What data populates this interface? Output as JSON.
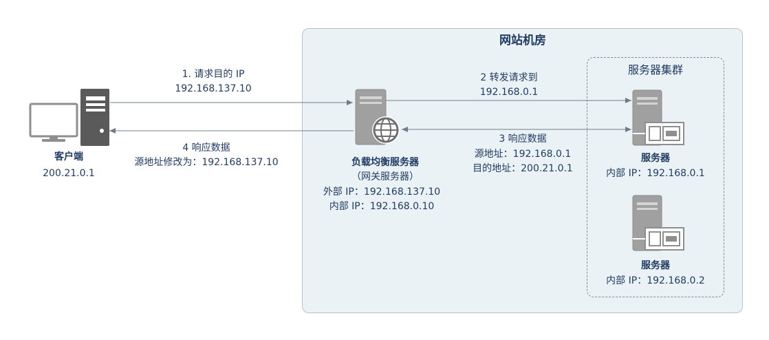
{
  "datacenter": {
    "title": "网站机房"
  },
  "cluster": {
    "title": "服务器集群"
  },
  "client": {
    "name": "客户端",
    "ip": "200.21.0.1"
  },
  "load_balancer": {
    "name": "负载均衡服务器",
    "subtitle": "（网关服务器）",
    "external_ip": "外部 IP：192.168.137.10",
    "internal_ip": "内部 IP：192.168.0.10"
  },
  "server1": {
    "name": "服务器",
    "ip": "内部 IP：192.168.0.1"
  },
  "server2": {
    "name": "服务器",
    "ip": "内部 IP：192.168.0.2"
  },
  "steps": {
    "step1_line1": "1. 请求目的 IP",
    "step1_line2": "192.168.137.10",
    "step2_line1": "2 转发请求到",
    "step2_line2": "192.168.0.1",
    "step3_line1": "3 响应数据",
    "step3_line2": "源地址：192.168.0.1",
    "step3_line3": "目的地址：200.21.0.1",
    "step4_line1": "4 响应数据",
    "step4_line2": "源地址修改为：192.168.137.10"
  },
  "colors": {
    "icon_gray": "#8e8e8e",
    "icon_dark": "#5a5a5a",
    "arrow": "#6f7c88",
    "text": "#1f3b63"
  }
}
